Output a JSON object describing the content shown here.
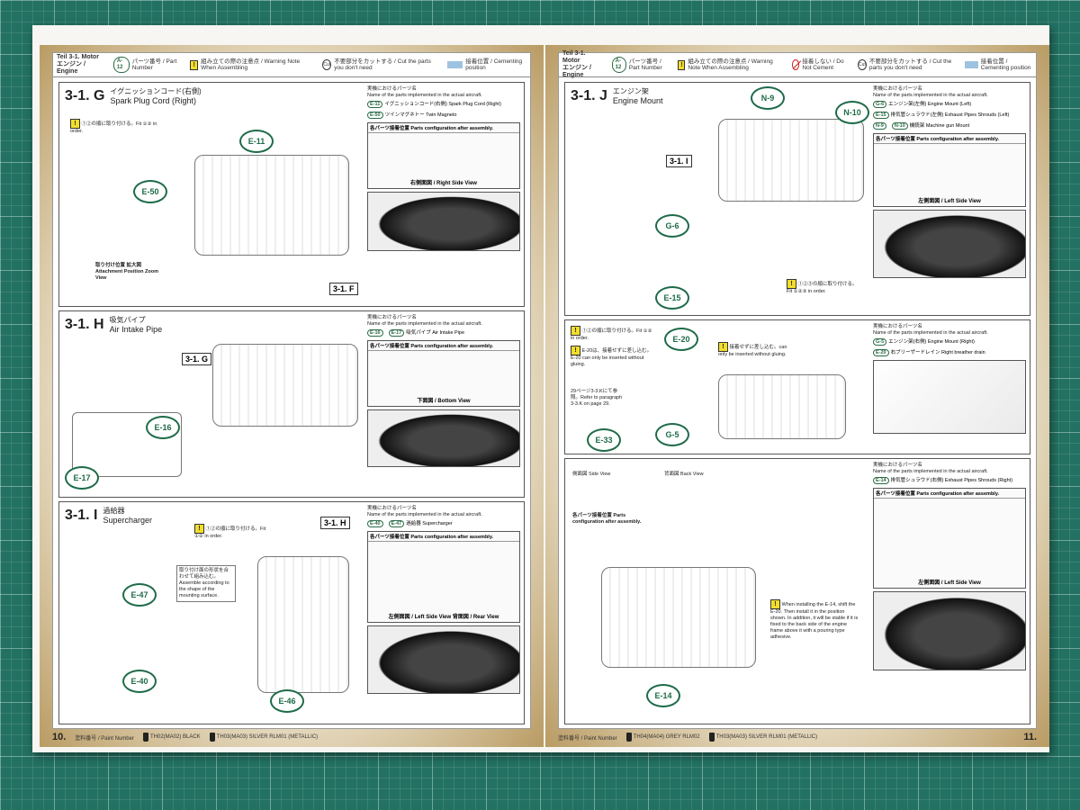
{
  "header_left": {
    "title_line1": "Teil 3-1. Motor",
    "title_line2": "エンジン / Engine",
    "part_number_badge": "A-12",
    "part_number_label": "パーツ番号 / Part Number",
    "warning_label": "組み立ての際の注意点 / Warning Note When Assembling",
    "cut_label": "不要部分をカットする / Cut the parts you don't need",
    "cementing_label": "接着位置 / Cementing position"
  },
  "header_right": {
    "title_line1": "Teil 3-1. Motor",
    "title_line2": "エンジン / Engine",
    "part_number_badge": "A-12",
    "part_number_label": "パーツ番号 / Part Number",
    "warning_label": "組み立ての際の注意点 / Warning Note When Assembling",
    "nocement_label": "接着しない / Do Not Cement",
    "cut_label": "不要部分をカットする / Cut the parts you don't need",
    "cementing_label": "接着位置 / Cementing position"
  },
  "sections": {
    "g": {
      "num": "3-1. G",
      "jp": "イグニッションコード(右側)",
      "en": "Spark Plug Cord (Right)",
      "impl_jp": "実機におけるパーツ名",
      "impl_en": "Name of the parts implemented in the actual aircraft.",
      "parts": [
        {
          "id": "E-11",
          "name": "イグニッションコード(右側) Spark Plug Cord (Right)"
        },
        {
          "id": "E-50",
          "name": "ツインマグネトー Twin Magneto"
        }
      ],
      "cfg_title": "各パーツ接着位置 Parts configuration after assembly.",
      "view": "右側面図 / Right Side View",
      "note": "①②の順に取り付ける。Fit ①② in order.",
      "zoom_label": "取り付け位置 拡大図 Attachment Position Zoom View",
      "ref": "3-1. F",
      "callouts": [
        "E-11",
        "E-50"
      ]
    },
    "h": {
      "num": "3-1. H",
      "jp": "吸気パイプ",
      "en": "Air Intake Pipe",
      "impl_jp": "実機におけるパーツ名",
      "impl_en": "Name of the parts implemented in the actual aircraft.",
      "parts": [
        {
          "id": "E-16",
          "name": ""
        },
        {
          "id": "E-17",
          "name": "吸気パイプ Air Intake Pipe"
        }
      ],
      "cfg_title": "各パーツ接着位置 Parts configuration after assembly.",
      "view": "下面図 / Bottom View",
      "ref": "3-1. G",
      "callouts": [
        "E-16",
        "E-17"
      ]
    },
    "i": {
      "num": "3-1. I",
      "jp": "過給器",
      "en": "Supercharger",
      "impl_jp": "実機におけるパーツ名",
      "impl_en": "Name of the parts implemented in the actual aircraft.",
      "parts": [
        {
          "id": "E-40",
          "name": ""
        },
        {
          "id": "E-47",
          "name": "過給器 Supercharger"
        }
      ],
      "cfg_title": "各パーツ接着位置 Parts configuration after assembly.",
      "view": "左側面図 / Left Side View   背面図 / Rear View",
      "note": "①②の順に取り付ける。Fit ①② in order.",
      "shape_note": "取り付け面の形状を合わせて組み込む。Assemble according to the shape of the mounting surface.",
      "ref": "3-1. H",
      "callouts": [
        "E-47",
        "E-40",
        "E-46"
      ]
    },
    "j": {
      "num": "3-1. J",
      "jp": "エンジン架",
      "en": "Engine Mount",
      "impl_jp": "実機におけるパーツ名",
      "impl_en": "Name of the parts implemented in the actual aircraft.",
      "parts": [
        {
          "id": "G-6",
          "name": "エンジン架(左側) Engine Mount (Left)"
        },
        {
          "id": "E-15",
          "name": "排気管シュラウド(左側) Exhaust Pipes Shrouds (Left)"
        },
        {
          "id": "N-9",
          "name": ""
        },
        {
          "id": "N-10",
          "name": "機銃架 Machine gun Mount"
        }
      ],
      "cfg_title": "各パーツ接着位置 Parts configuration after assembly.",
      "view": "左側面図 / Left Side View",
      "note": "①②③の順に取り付ける。Fit ①②③ in order.",
      "ref": "3-1. I",
      "callouts": [
        "N-9",
        "N-10",
        "G-6",
        "E-15",
        "E-14"
      ]
    },
    "j2": {
      "parts": [
        {
          "id": "G-5",
          "name": "エンジン架(右側) Engine Mount (Right)"
        },
        {
          "id": "E-20",
          "name": "右ブリーザードレイン Right breather drain"
        }
      ],
      "note1": "①②の順に取り付ける。Fit ①② in order.",
      "note2": "E-20は、接着せずに差し込む。E-20 can only be inserted without gluing.",
      "note3": "29ページ3-3.Kにて参照。Refer to paragraph 3-3.K on page 29.",
      "nocem_note": "接着せずに差し込む。can only be inserted without gluing.",
      "callouts": [
        "E-20",
        "E-33",
        "G-5"
      ]
    },
    "j3": {
      "parts": [
        {
          "id": "E-14",
          "name": "排気管シュラウド(右側) Exhaust Pipes Shrouds (Right)"
        }
      ],
      "cfg_title": "各パーツ接着位置 Parts configuration after assembly.",
      "view": "左側面図 / Left Side View",
      "side_label": "側面図 Side View",
      "back_label": "背面図 Back View",
      "cfg_jp": "各パーツ接着位置 Parts configuration after assembly.",
      "install_note": "When installing the E-14, shift the E-20. Then install it in the position shown. In addition, it will be stable if it is fixed to the back side of the engine frame above it with a pouring type adhesive.",
      "callouts": [
        "E-14"
      ]
    }
  },
  "footer_left": {
    "page": "10.",
    "paint_label": "塗料番号 / Paint Number",
    "paints": [
      "TH02(MA02) BLACK",
      "TH03(MA03) SILVER RLM01 (METALLIC)"
    ]
  },
  "footer_right": {
    "page": "11.",
    "paint_label": "塗料番号 / Paint Number",
    "paints": [
      "TH04(MA04) GREY RLM02",
      "TH03(MA03) SILVER RLM01 (METALLIC)"
    ]
  },
  "colors": {
    "accent": "#1e6b48",
    "warning": "#f2de2a",
    "cement": "#9ec3e0",
    "mat": "#237162"
  }
}
